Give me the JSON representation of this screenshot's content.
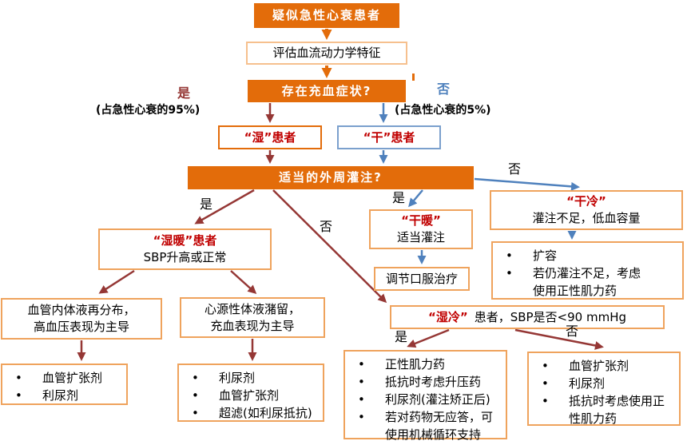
{
  "colors": {
    "box_fill_orange": "#E36C0A",
    "border_orange": "#EFA35D",
    "border_blue": "#7BA0CD",
    "title_red": "#C00000",
    "arrow_dark_red": "#953735",
    "arrow_blue": "#4F81BD"
  },
  "labels": {
    "yes": "是",
    "no": "否",
    "wet_pct": "(占急性心衰的95%)",
    "dry_pct": "(占急性心衰的5%)"
  },
  "nodes": {
    "start": {
      "text": "疑似急性心衰患者"
    },
    "assess": {
      "text": "评估血流动力学特征"
    },
    "congestion": {
      "text": "存在充血症状?"
    },
    "wet": {
      "text": "“湿”患者"
    },
    "dry": {
      "text": "“干”患者"
    },
    "perfusion": {
      "text": "适当的外周灌注?"
    },
    "wet_warm": {
      "title": "“湿暖”患者",
      "subtitle": "SBP升高或正常"
    },
    "redistribution": {
      "text": "血管内体液再分布，\n高血压表现为主导"
    },
    "retention": {
      "text": "心源性体液潴留，\n充血表现为主导"
    },
    "redistribution_rx": {
      "items": [
        "血管扩张剂",
        "利尿剂"
      ]
    },
    "retention_rx": {
      "items": [
        "利尿剂",
        "血管扩张剂",
        "超滤(如利尿抵抗)"
      ]
    },
    "dry_warm": {
      "title": "“干暖”",
      "subtitle": "适当灌注"
    },
    "oral": {
      "text": "调节口服治疗"
    },
    "dry_cold": {
      "title": "“干冷”",
      "subtitle": "灌注不足，低血容量"
    },
    "dry_cold_rx": {
      "items": [
        "扩容",
        "若仍灌注不足，考虑\n使用正性肌力药"
      ]
    },
    "wet_cold": {
      "title": "“湿冷”",
      "suffix": "患者，SBP是否<90 mmHg"
    },
    "wet_cold_yes_rx": {
      "items": [
        "正性肌力药",
        "抵抗时考虑升压药",
        "利尿剂(灌注矫正后)",
        "若对药物无应答，可\n使用机械循环支持"
      ]
    },
    "wet_cold_no_rx": {
      "items": [
        "血管扩张剂",
        "利尿剂",
        "抵抗时考虑使用正\n性肌力药"
      ]
    }
  }
}
